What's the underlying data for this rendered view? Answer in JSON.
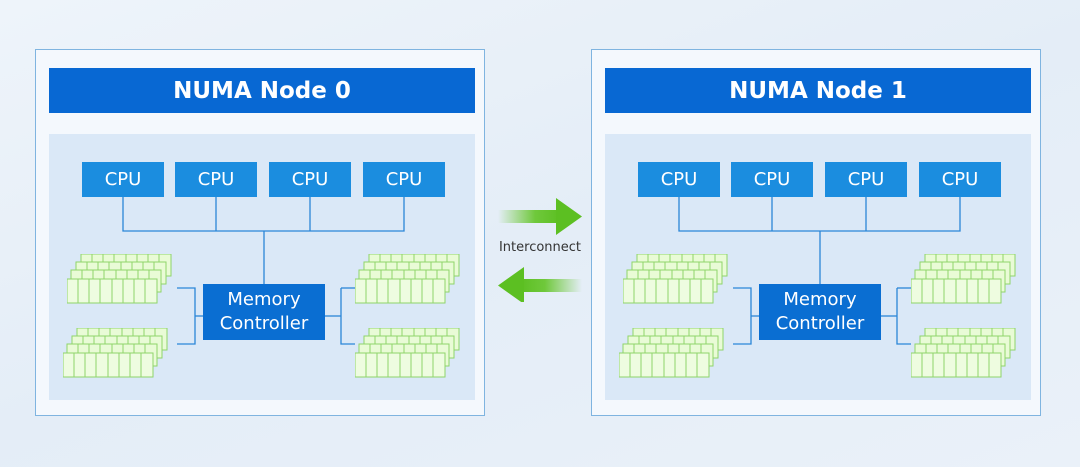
{
  "nodes": [
    {
      "title": "NUMA Node 0",
      "cpus": [
        "CPU",
        "CPU",
        "CPU",
        "CPU"
      ],
      "memory_controller": [
        "Memory",
        "Controller"
      ]
    },
    {
      "title": "NUMA Node 1",
      "cpus": [
        "CPU",
        "CPU",
        "CPU",
        "CPU"
      ],
      "memory_controller": [
        "Memory",
        "Controller"
      ]
    }
  ],
  "interconnect": {
    "label": "Interconnect"
  },
  "colors": {
    "node_title_bg": "#0868d3",
    "cpu_bg": "#1b8ddf",
    "memory_controller_bg": "#0a6ed2",
    "memory_module": "#e9fbd6",
    "memory_module_border": "#8fd46a",
    "arrow": "#62c426"
  }
}
